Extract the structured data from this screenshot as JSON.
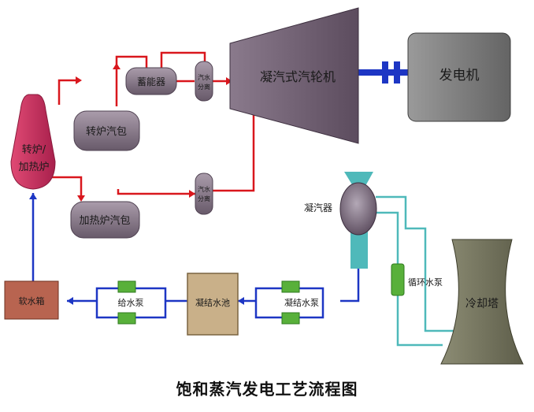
{
  "title": "饱和蒸汽发电工艺流程图",
  "labels": {
    "furnace_line1": "转炉/",
    "furnace_line2": "加热炉",
    "accumulator": "蓄能器",
    "separator_top_line1": "汽水",
    "separator_top_line2": "分离",
    "separator_bottom_line1": "汽水",
    "separator_bottom_line2": "分离",
    "converter_drum": "转炉汽包",
    "heater_drum": "加热炉汽包",
    "turbine": "凝汽式汽轮机",
    "generator": "发电机",
    "condenser": "凝汽器",
    "circulating_pump": "循环水泵",
    "cooling_tower": "冷却塔",
    "soft_water_tank": "软水箱",
    "feed_pump": "给水泵",
    "condensate_pool": "凝结水池",
    "condensate_pump": "凝结水泵"
  },
  "colors": {
    "steam_line": "#d9171d",
    "water_line": "#1d36c4",
    "cooling_line": "#4fb9ba",
    "vessel": "#7a6a7a",
    "turbine": "#6a5a6c",
    "generator": "#7d7d7d",
    "furnace": "#c42a5a",
    "tank": "#b86450",
    "pool": "#c9b089",
    "tower": "#7a7a62",
    "pump": "#58b03a"
  }
}
